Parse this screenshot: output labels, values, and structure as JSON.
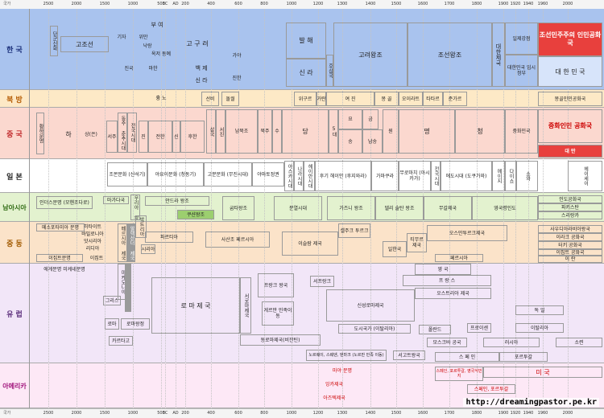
{
  "axis": {
    "top_caption": "국가",
    "bottom_caption": "국가",
    "ticks": [
      "2500",
      "2000",
      "1500",
      "1000",
      "500",
      "BC",
      "AD",
      "200",
      "400",
      "600",
      "800",
      "1000",
      "1200",
      "1300",
      "1400",
      "1500",
      "1600",
      "1700",
      "1800",
      "1900",
      "1920",
      "1940",
      "1960",
      "2000"
    ]
  },
  "bands": [
    {
      "key": "korea",
      "label": "한 국",
      "color": "#a9c3ee",
      "label_color": "#1a2f7a"
    },
    {
      "key": "north",
      "label": "북 방",
      "color": "#fde9c6",
      "label_color": "#b45a00"
    },
    {
      "key": "china",
      "label": "중 국",
      "color": "#fbd8cf",
      "label_color": "#c0282a"
    },
    {
      "key": "japan",
      "label": "일 본",
      "color": "#ffffff",
      "label_color": "#222222"
    },
    {
      "key": "south_asia",
      "label": "남아시아",
      "color": "#e3f2cf",
      "label_color": "#2f6b12"
    },
    {
      "key": "middle_east",
      "label": "중 동",
      "color": "#fbe3c9",
      "label_color": "#a15a00"
    },
    {
      "key": "europe",
      "label": "유 럽",
      "color": "#f2e6f8",
      "label_color": "#5a2c7a"
    },
    {
      "key": "america",
      "label": "아메리카",
      "color": "#fde8f6",
      "label_color": "#a1157c"
    }
  ],
  "korea": {
    "dangun": "단군신화",
    "gojoseon": "고조선",
    "gija": "기자",
    "wiman": "위만",
    "buyeo": "부 여",
    "nangnang": "낙랑",
    "goguryeo": "고 구 려",
    "okjeo": "옥저 동예",
    "balhae": "발 해",
    "silla": "신 라",
    "goryeo": "고려왕조",
    "joseon": "조선왕조",
    "daehan": "대한제국",
    "japan_rule": "일제강점",
    "prov_gov": "대한민국 임시정부",
    "dprk": "조선민주주의 인민공화국",
    "rok": "대 한 민 국",
    "jinguk": "진국",
    "mahan": "마한",
    "baekje": "백 제",
    "gaya": "가야",
    "silla2": "신 라",
    "huguk": "후삼국",
    "jinhan": "진한"
  },
  "north": {
    "hyungno": "흉 노",
    "seonbi": "선비",
    "dolgwol": "돌궐",
    "wigur": "위구르",
    "georan": "거란",
    "yeo": "여 진",
    "mongol": "몽 골",
    "orate": "오이라트",
    "tatar": "타타르",
    "jungar": "준가르",
    "mongol_pr": "몽골인민공화국"
  },
  "china": {
    "hwaha": "황하문명",
    "ha": "하",
    "eun": "상(은)",
    "ju": "서주",
    "chunchu": "동주 춘추시대",
    "jeonguk": "전국시대",
    "jin": "진",
    "han": "전한",
    "sin": "신",
    "huhan": "후한",
    "samguk": "삼국",
    "jin2": "서진",
    "nambuk": "남북조",
    "su": "수",
    "dang": "당",
    "odae": "5대",
    "song": "송",
    "yo": "요",
    "geum": "금",
    "won": "원",
    "myeong": "명",
    "cheong": "청",
    "minguk": "중화민국",
    "prc": "중화인민 공화국",
    "taiwan": "대 만",
    "nam_song": "남송",
    "bukje": "북주"
  },
  "japan": {
    "jomon": "조몬문화 (신석기)",
    "yayoi": "야요이문화 (청동기)",
    "kofun": "고분문화 (무진시대)",
    "yamato": "야마토정권",
    "asuka": "아스카시대",
    "nara": "나라시대",
    "heian": "헤이안시대",
    "late_heian": "후기 헤이안 (후지와라)",
    "kamakura": "가마쿠라",
    "muromachi": "무로마치 (아시카가)",
    "sengoku": "전국시대",
    "edo": "에도시대 (도쿠가와)",
    "meiji": "메이지",
    "taisho": "다이쇼",
    "showa": "쇼와",
    "heisei": "헤이세이"
  },
  "south_asia": {
    "indus": "인더스문명 (모헨조다로)",
    "magadha": "마가다국",
    "maurya": "마우리아 왕조",
    "andhra": "안드라 왕조",
    "kushan": "쿠샨왕조",
    "gupta": "굽타왕조",
    "harsha": "분열시대",
    "chola": "가즈니 왕조",
    "delhi": "델리 술탄 왕조",
    "mughal": "무갈제국",
    "british": "영국령인도",
    "india": "인도공화국",
    "pakistan": "파키스탄",
    "srilanka": "스리랑카"
  },
  "middle_east": {
    "meso": "메소포타미아 문명",
    "hittite": "히타이트",
    "babylon": "바빌로니아",
    "assyria": "앗시리아",
    "lydia": "리디아",
    "persia": "페르시아 제국",
    "egypt": "이집트문명",
    "egypt2": "이집트",
    "alexander": "알렉산더 제국",
    "bactria": "박트리아",
    "parthia": "파르티아",
    "seleucid": "셀레우코스",
    "syria": "시리아",
    "sasan": "사산조 페르시아",
    "islam": "이슬람 제국",
    "seljuk": "셀주크 투르크",
    "ilkhan": "일한국",
    "timur": "티무르 제국",
    "ottoman": "오스만투르크제국",
    "safavid": "페르시아",
    "saudi": "사우디아라비아왕국",
    "iraq": "이라크 공화국",
    "turkey": "터키 공화국",
    "egypt_rep": "이집트 공화국",
    "iran": "이 란"
  },
  "europe": {
    "aegean": "에게문명 미케네문명",
    "greece": "그리스",
    "macedonia": "마케도니아",
    "rome_rep": "로마",
    "rome_emp": "로 마 제 국",
    "carthage": "카르타고",
    "etruria": "로마왕정",
    "west_rome": "서로마제국",
    "east_rome": "동로마제국(비잔틴)",
    "frank": "프랑크 왕국",
    "germanic": "게르만 민족이동",
    "west_frank": "서프랑크",
    "hre": "신성로마제국",
    "france": "프 랑 스",
    "england": "영 국",
    "austria": "오스트리아 제국",
    "prussia": "프로이센",
    "germany": "독 일",
    "italy": "이탈리아",
    "spain": "스 페 인",
    "portugal": "포르투갈",
    "russia": "러시아",
    "soviet": "소련",
    "moscow": "모스크바 공국",
    "norway": "노르웨이, 스웨덴, 덴마크 (노르만 민족 이동)",
    "city_state": "도시국가 (이탈리아)",
    "visigoth": "서고트왕국",
    "poland": "폴란드"
  },
  "america": {
    "maya": "마야 문명",
    "inca": "잉카제국",
    "aztec": "아즈텍제국",
    "usa": "미 국",
    "spain_col": "스페인, 포르투갈, 영국식민지",
    "latin": "스페인, 포르투갈"
  },
  "watermark": "http://dreamingpastor.pe.kr"
}
